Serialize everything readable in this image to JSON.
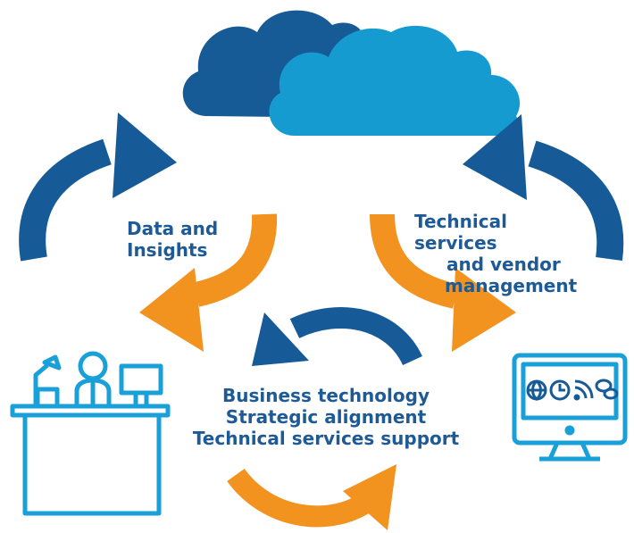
{
  "labels": {
    "left": [
      "Data and",
      "Insights"
    ],
    "right": [
      "Technical services",
      "and vendor",
      "management"
    ],
    "center": [
      "Business technology",
      "Strategic alignment",
      "Technical services support"
    ]
  },
  "colors": {
    "cloud_dark": "#165b96",
    "cloud_light": "#169bd1",
    "arrow_blue": "#175a98",
    "arrow_orange": "#f2921f",
    "icon_line": "#1aa0d8",
    "text": "#1e5a96"
  },
  "icons": [
    "cloud-icon",
    "desk-worker-icon",
    "monitor-icon",
    "globe-icon",
    "clock-icon",
    "wifi-icon",
    "chat-icon"
  ]
}
